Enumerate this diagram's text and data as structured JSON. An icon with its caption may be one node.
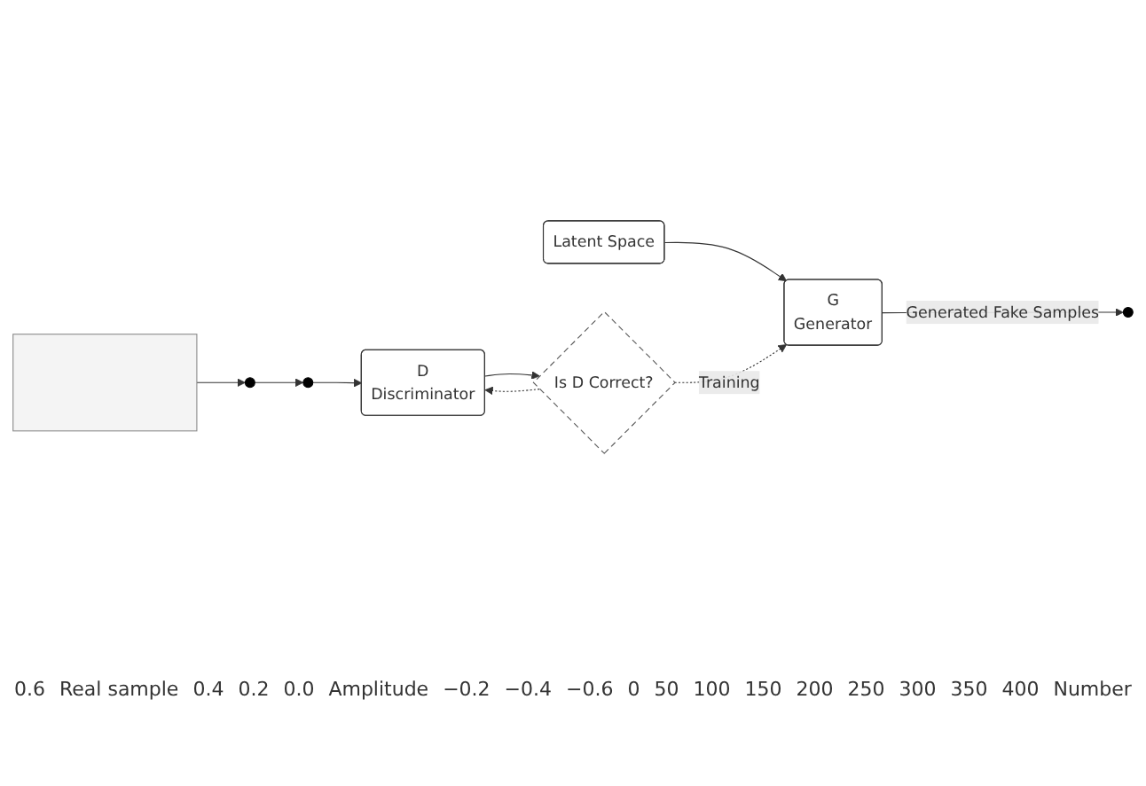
{
  "diagram": {
    "nodes": [
      {
        "text": [
          "Latent Space"
        ]
      },
      {
        "text": [
          "G",
          "Generator"
        ]
      },
      {
        "text": [],
        "shape": "circle"
      },
      {
        "text": [],
        "shape": "circle"
      },
      {
        "text": [],
        "shape": "circle"
      },
      {
        "text": [
          "D",
          "Discriminator"
        ]
      },
      {
        "text": [
          "Is D Correct?"
        ]
      },
      {
        "text": [],
        "shape": "picture"
      }
    ],
    "edges": [
      {
        "from": 0,
        "to": 1,
        "arrow": "to"
      },
      {
        "from": 1,
        "to": 2,
        "arrow": "to",
        "label": "Generated Fake Samples"
      },
      {
        "from": 7,
        "to": 3,
        "arrow": "to"
      },
      {
        "from": 3,
        "to": 4,
        "arrow": "to"
      },
      {
        "from": 4,
        "to": 5,
        "arrow": "to"
      },
      {
        "from": 5,
        "to": 6,
        "arrow": "to"
      },
      {
        "from": 6,
        "to": 1,
        "arrow": "to",
        "style": "dashed",
        "label": "Training"
      },
      {
        "from": 6,
        "to": 5,
        "arrow": "to",
        "style": "dashed"
      }
    ],
    "labels": [
      "0.6",
      "Real sample",
      "0.4",
      "0.2",
      "0.0",
      "Amplitude",
      "−0.2",
      "−0.4",
      "−0.6",
      "0",
      "50",
      "100",
      "150",
      "200",
      "250",
      "300",
      "350",
      "400",
      "Number"
    ]
  }
}
